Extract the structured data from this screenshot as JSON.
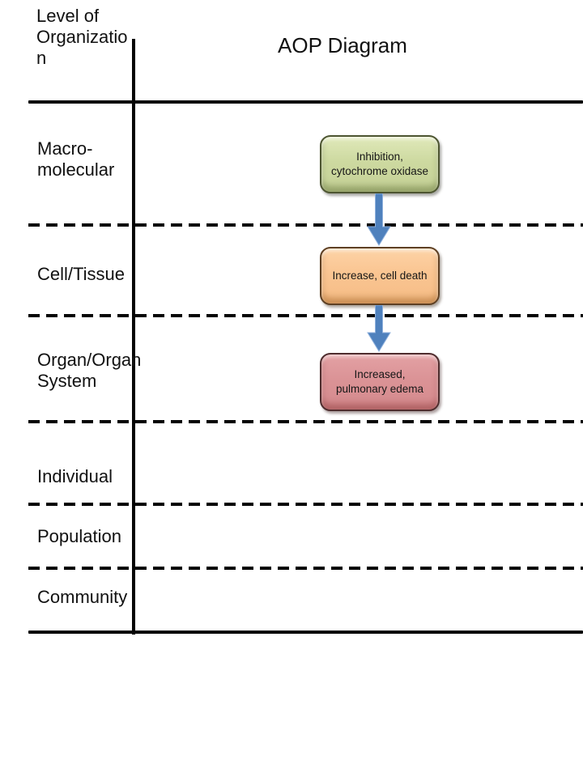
{
  "title": "AOP Diagram",
  "header": {
    "lines": [
      "Level of",
      "Organizatio",
      "n"
    ]
  },
  "rows": [
    {
      "label_lines": [
        "Macro-",
        "molecular"
      ]
    },
    {
      "label_lines": [
        "Cell/Tissue",
        ""
      ]
    },
    {
      "label_lines": [
        "Organ/Organ",
        "System"
      ]
    },
    {
      "label_lines": [
        "Individual",
        ""
      ]
    },
    {
      "label_lines": [
        "Population",
        ""
      ]
    },
    {
      "label_lines": [
        "Community",
        ""
      ]
    }
  ],
  "pathway": {
    "nodes": [
      {
        "lines": [
          "Inhibition,",
          "cytochrome oxidase"
        ],
        "level": "Macro-molecular",
        "fill": "#cdd9a0",
        "border": "#4d5531"
      },
      {
        "lines": [
          "Increase, cell death",
          ""
        ],
        "level": "Cell/Tissue",
        "fill": "#fac592",
        "border": "#5e4023"
      },
      {
        "lines": [
          "Increased,",
          "pulmonary edema"
        ],
        "level": "Organ/Organ System",
        "fill": "#db9396",
        "border": "#4f2d2e"
      }
    ],
    "arrow_color": "#4f81bd",
    "arrow_outline": "#8fb1dd"
  },
  "colors": {
    "line": "#050505",
    "background": "#ffffff"
  }
}
